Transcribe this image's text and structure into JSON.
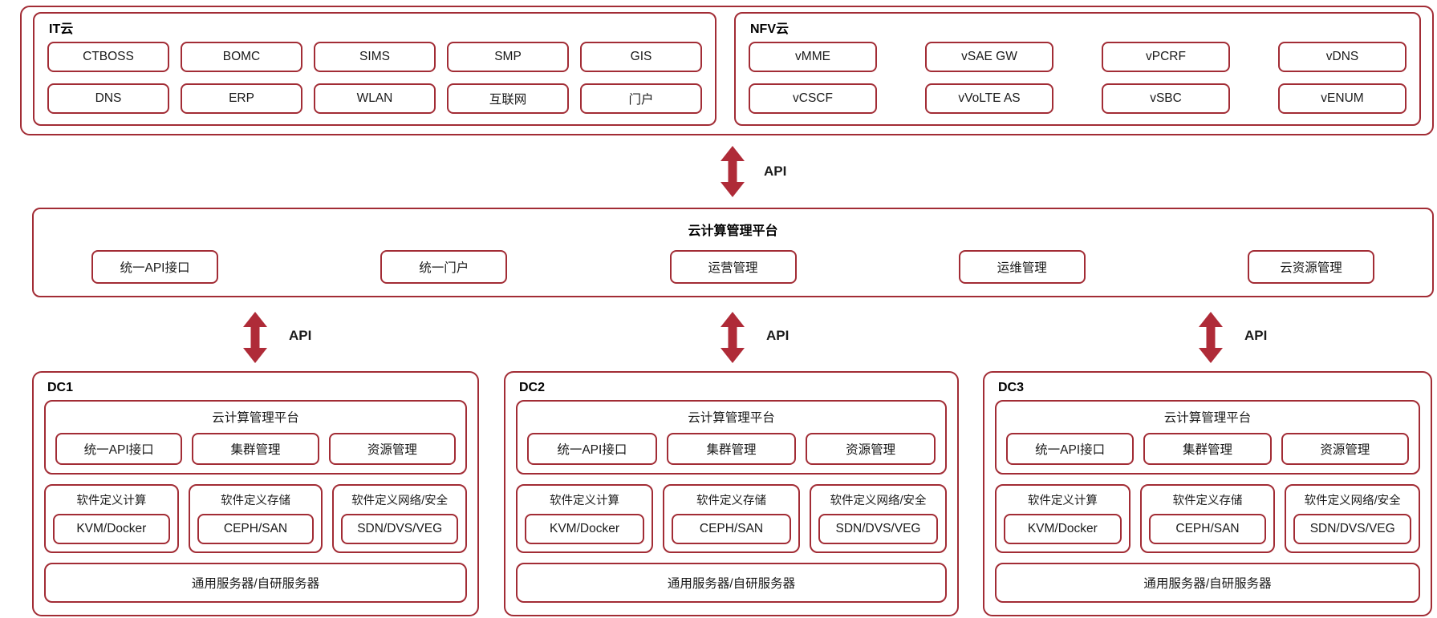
{
  "colors": {
    "line": "#A22C35",
    "arrow": "#AF2B38",
    "text": "#1a1a1a"
  },
  "api_label": "API",
  "clouds": {
    "it": {
      "title": "IT云",
      "row1": [
        "CTBOSS",
        "BOMC",
        "SIMS",
        "SMP",
        "GIS"
      ],
      "row2": [
        "DNS",
        "ERP",
        "WLAN",
        "互联网",
        "门户"
      ]
    },
    "nfv": {
      "title": "NFV云",
      "row1": [
        "vMME",
        "vSAE GW",
        "vPCRF",
        "vDNS"
      ],
      "row2": [
        "vCSCF",
        "vVoLTE AS",
        "vSBC",
        "vENUM"
      ]
    }
  },
  "platform": {
    "title": "云计算管理平台",
    "items": [
      "统一API接口",
      "统一门户",
      "运营管理",
      "运维管理",
      "云资源管理"
    ]
  },
  "datacenters": [
    {
      "name": "DC1",
      "platform_title": "云计算管理平台",
      "platform_items": [
        "统一API接口",
        "集群管理",
        "资源管理"
      ],
      "layers": [
        {
          "title": "软件定义计算",
          "tech": "KVM/Docker"
        },
        {
          "title": "软件定义存储",
          "tech": "CEPH/SAN"
        },
        {
          "title": "软件定义网络/安全",
          "tech": "SDN/DVS/VEG"
        }
      ],
      "server_bar": "通用服务器/自研服务器"
    },
    {
      "name": "DC2",
      "platform_title": "云计算管理平台",
      "platform_items": [
        "统一API接口",
        "集群管理",
        "资源管理"
      ],
      "layers": [
        {
          "title": "软件定义计算",
          "tech": "KVM/Docker"
        },
        {
          "title": "软件定义存储",
          "tech": "CEPH/SAN"
        },
        {
          "title": "软件定义网络/安全",
          "tech": "SDN/DVS/VEG"
        }
      ],
      "server_bar": "通用服务器/自研服务器"
    },
    {
      "name": "DC3",
      "platform_title": "云计算管理平台",
      "platform_items": [
        "统一API接口",
        "集群管理",
        "资源管理"
      ],
      "layers": [
        {
          "title": "软件定义计算",
          "tech": "KVM/Docker"
        },
        {
          "title": "软件定义存储",
          "tech": "CEPH/SAN"
        },
        {
          "title": "软件定义网络/安全",
          "tech": "SDN/DVS/VEG"
        }
      ],
      "server_bar": "通用服务器/自研服务器"
    }
  ]
}
